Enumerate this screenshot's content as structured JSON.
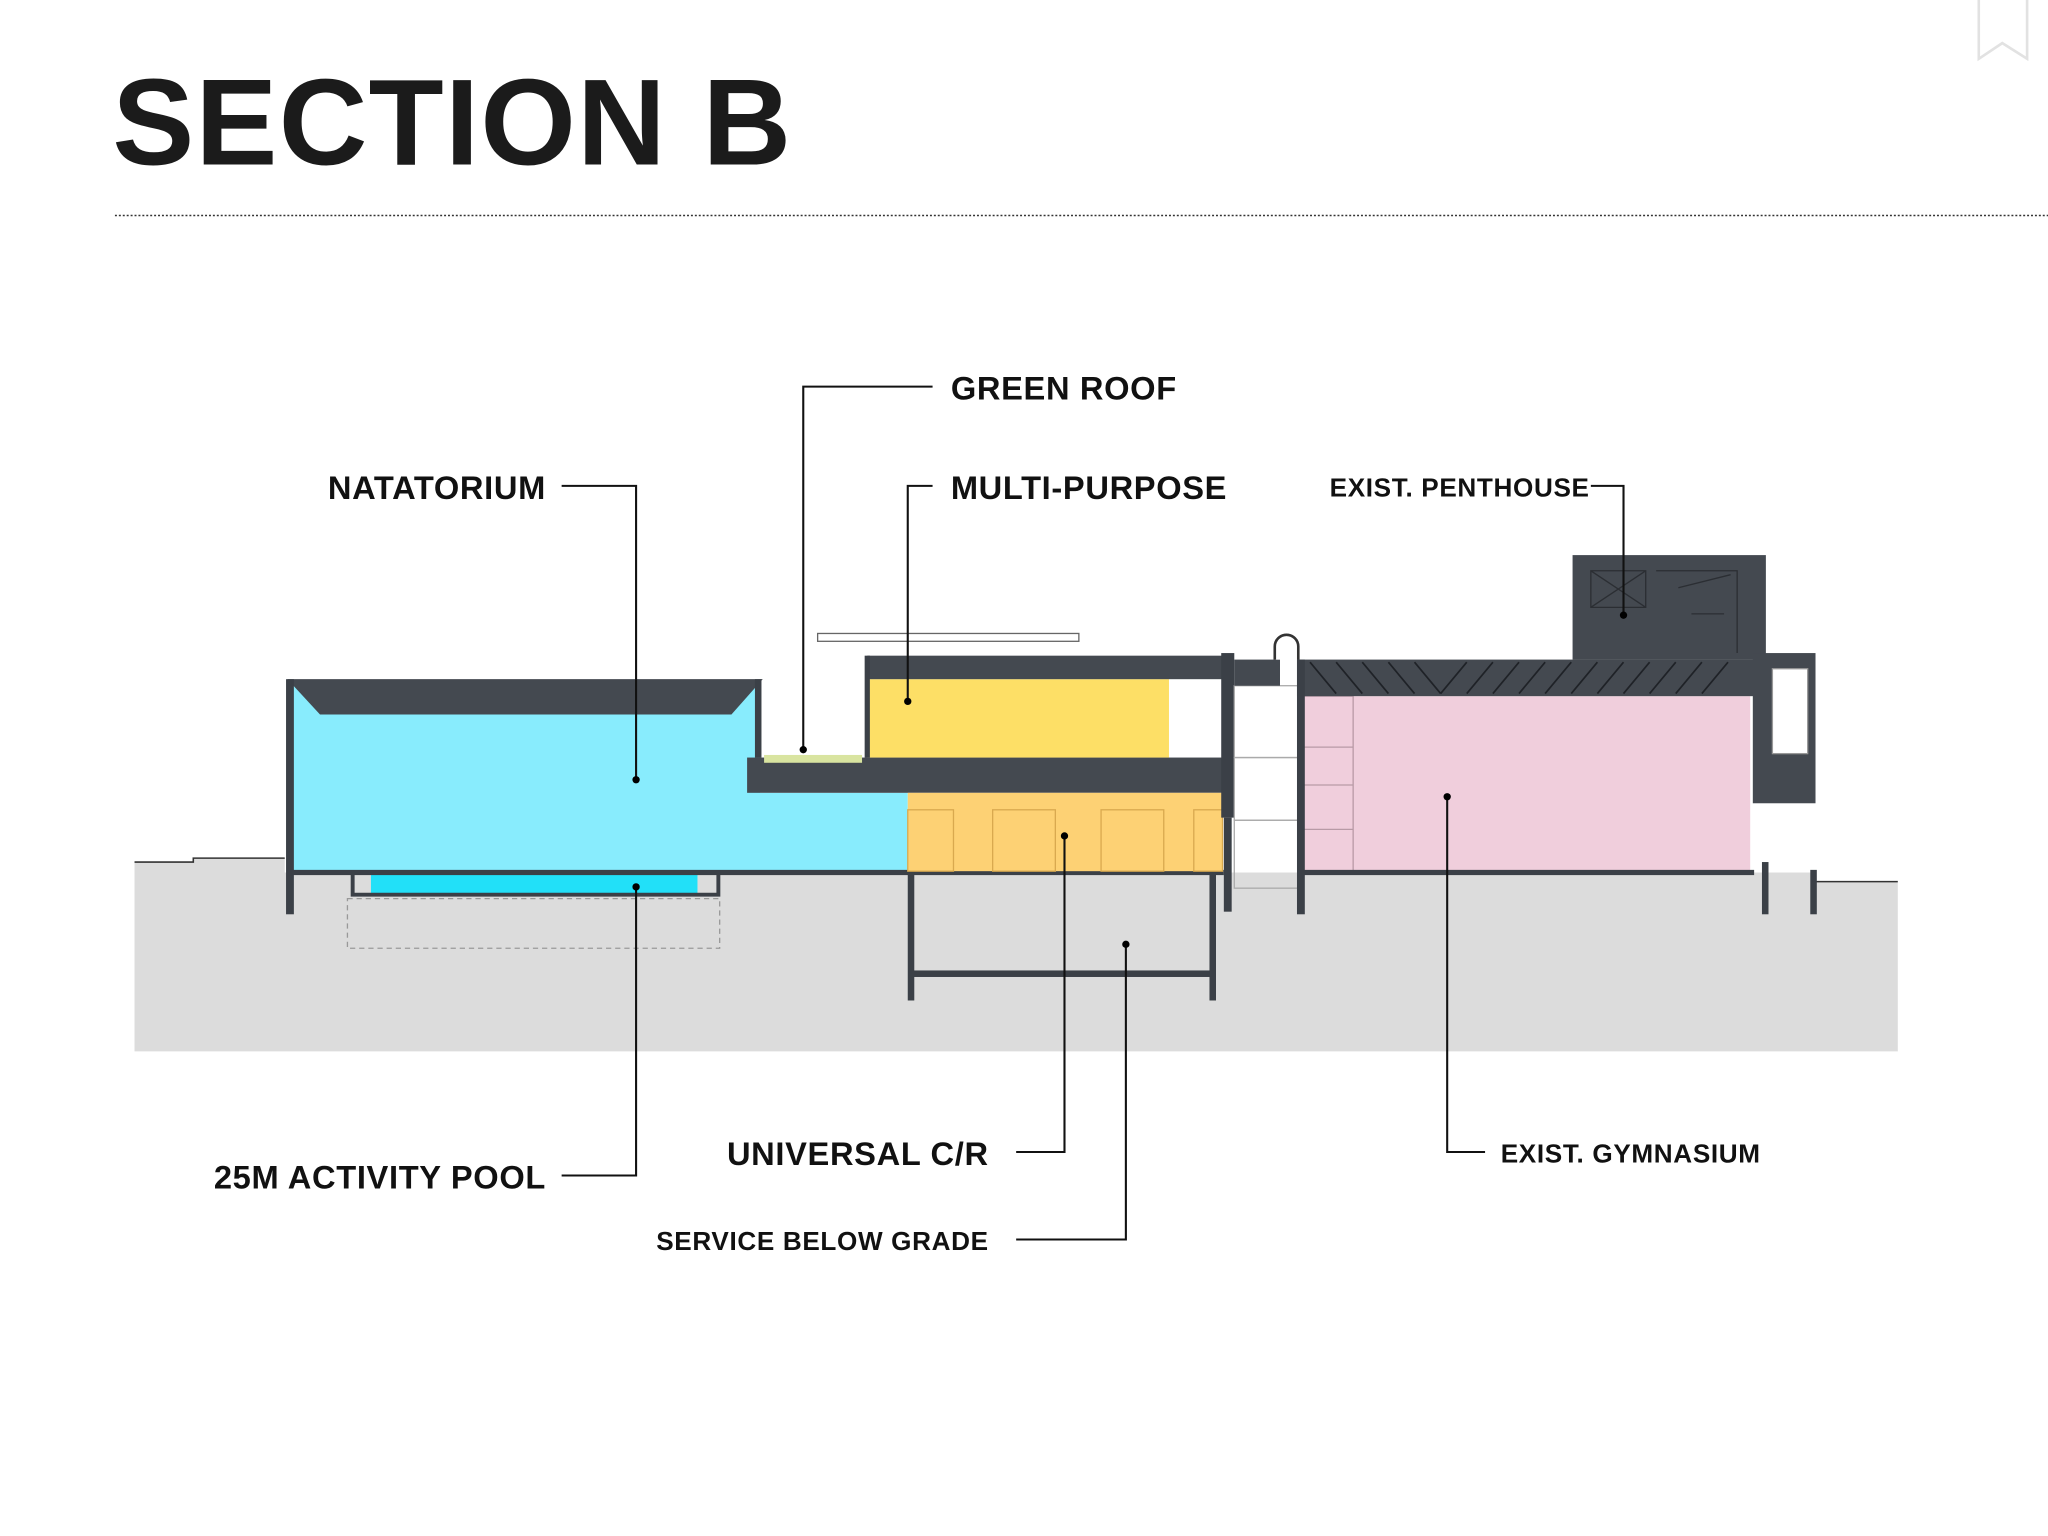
{
  "title": "SECTION B",
  "labels": {
    "natatorium": "NATATORIUM",
    "green_roof": "GREEN ROOF",
    "multi_purpose": "MULTI-PURPOSE",
    "exist_penthouse": "EXIST. PENTHOUSE",
    "activity_pool": "25M ACTIVITY POOL",
    "universal_cr": "UNIVERSAL C/R",
    "service_below_grade": "SERVICE  BELOW GRADE",
    "exist_gymnasium": "EXIST. GYMNASIUM"
  },
  "colors": {
    "natatorium": "#88ECFD",
    "pool": "#22E0F8",
    "multi_purpose": "#FDDF66",
    "universal_cr": "#FDD174",
    "gymnasium": "#F0CEDC",
    "green_roof": "#D9E4A0",
    "ground": "#DCDCDC",
    "structure": "#444950"
  }
}
